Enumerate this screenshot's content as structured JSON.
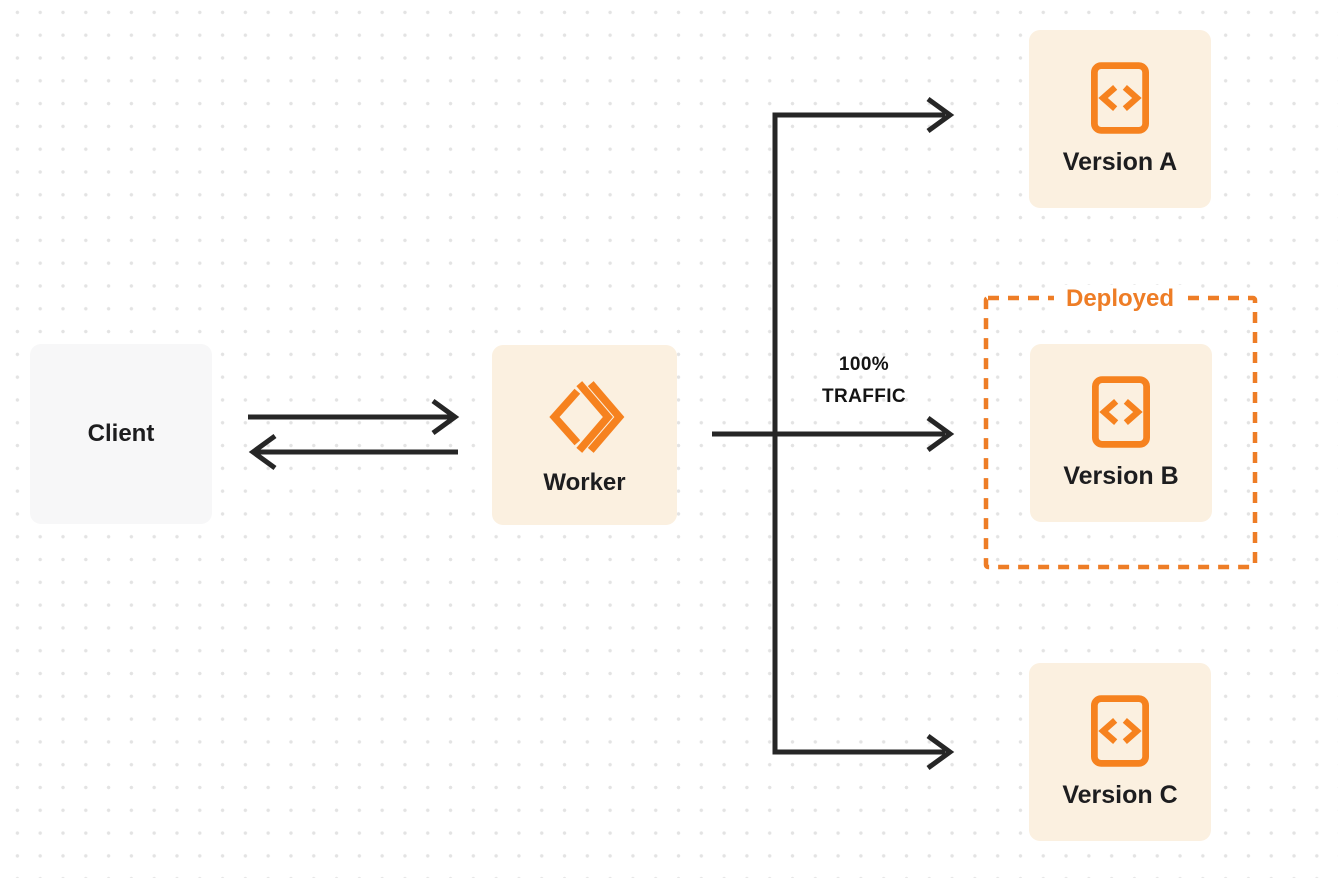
{
  "client": {
    "label": "Client"
  },
  "worker": {
    "label": "Worker"
  },
  "traffic_label": {
    "line1": "100%",
    "line2": "TRAFFIC"
  },
  "deployed_group": {
    "label": "Deployed"
  },
  "versions": [
    {
      "label": "Version A",
      "deployed": false
    },
    {
      "label": "Version B",
      "deployed": true
    },
    {
      "label": "Version C",
      "deployed": false
    }
  ],
  "edges": [
    {
      "from": "Client",
      "to": "Worker",
      "direction": "bidirectional",
      "label": ""
    },
    {
      "from": "Worker",
      "to": "Version A",
      "direction": "forward",
      "label": ""
    },
    {
      "from": "Worker",
      "to": "Version B",
      "direction": "forward",
      "label": "100% TRAFFIC"
    },
    {
      "from": "Worker",
      "to": "Version C",
      "direction": "forward",
      "label": ""
    }
  ],
  "icons": {
    "worker": "workers-double-chevron-icon",
    "version": "code-document-icon"
  },
  "colors": {
    "accent_orange": "#F6821F",
    "deployed_orange": "#EE7D26",
    "peach_box_bg": "#FBF0E0",
    "gray_box_bg": "#F7F7F8",
    "arrow_color": "#262626",
    "text_color": "#1D1D1F",
    "dot_grid": "#E3E3E3",
    "canvas_bg": "#FFFFFF"
  }
}
